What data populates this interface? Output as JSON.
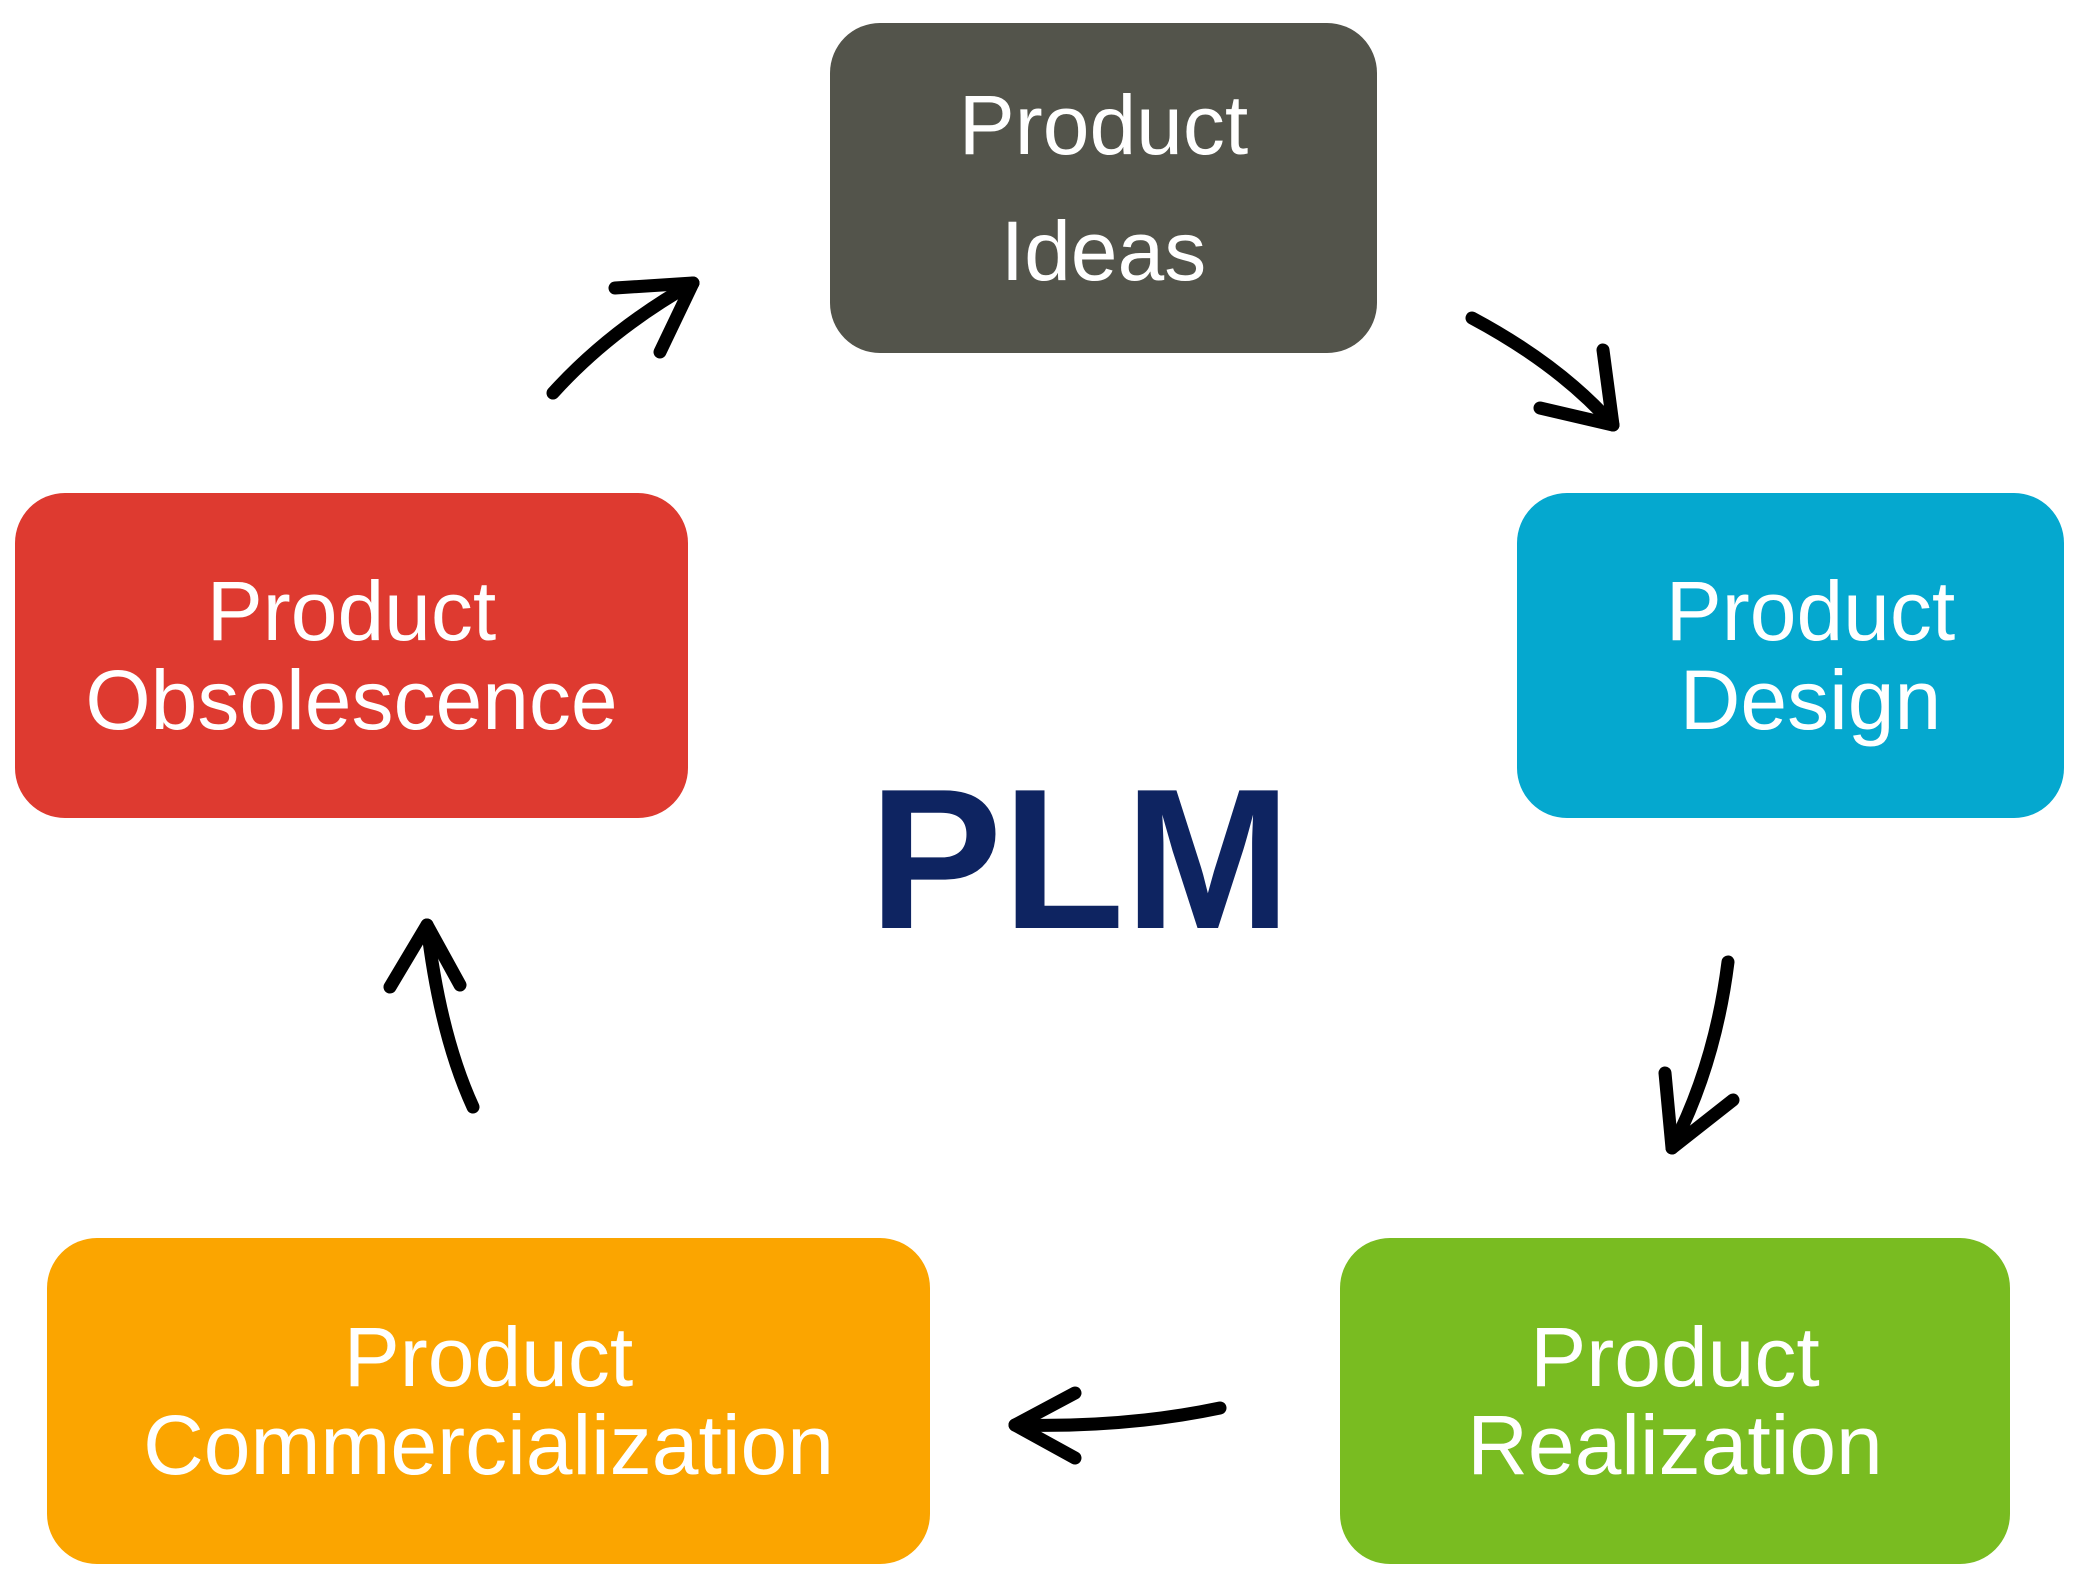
{
  "title": "PLM",
  "colors": {
    "title": "#0e2461",
    "arrow": "#000000",
    "text": "#ffffff"
  },
  "stages": [
    {
      "id": "ideas",
      "line1": "Product",
      "line2": "Ideas",
      "color": "#53544b"
    },
    {
      "id": "design",
      "line1": "Product",
      "line2": "Design",
      "color": "#05a8cf"
    },
    {
      "id": "realization",
      "line1": "Product",
      "line2": "Realization",
      "color": "#79bc21"
    },
    {
      "id": "commercialization",
      "line1": "Product",
      "line2": "Commercialization",
      "color": "#fba500"
    },
    {
      "id": "obsolescence",
      "line1": "Product",
      "line2": "Obsolescence",
      "color": "#de3a30"
    }
  ]
}
